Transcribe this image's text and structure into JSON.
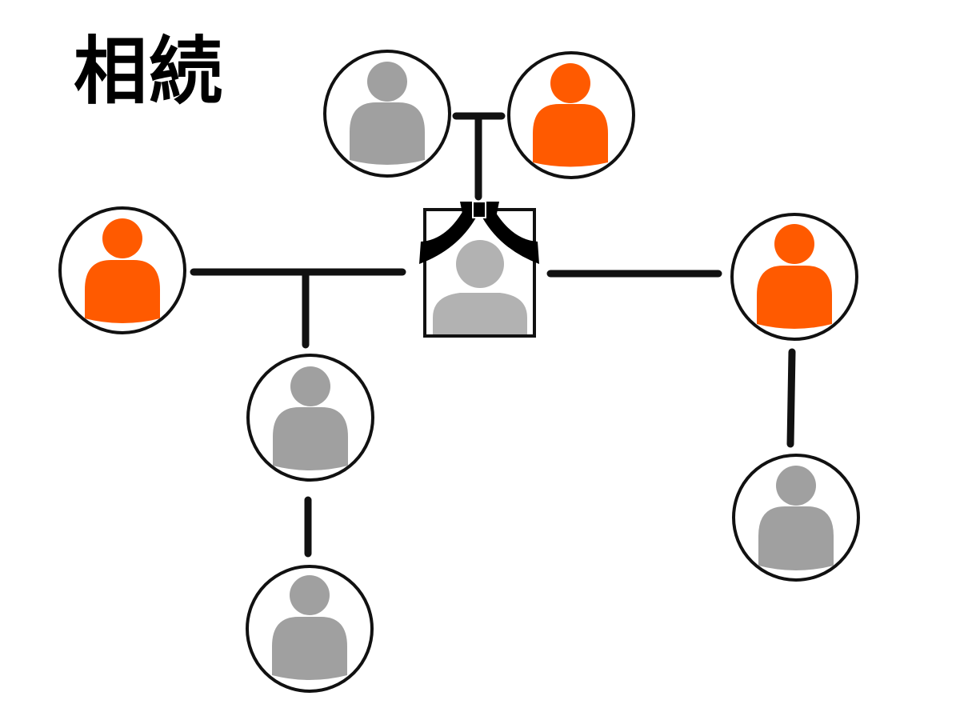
{
  "title": "相続",
  "colors": {
    "heir": "#ff5a00",
    "non_heir": "#a0a0a0",
    "deceased": "#b2b2b2",
    "line": "#111111",
    "ribbon": "#000000"
  },
  "nodes": [
    {
      "id": "grandfather",
      "role": "non-heir",
      "icon": "person-icon"
    },
    {
      "id": "grandmother",
      "role": "heir",
      "icon": "person-icon"
    },
    {
      "id": "deceased",
      "role": "deceased",
      "icon": "memorial-portrait-icon"
    },
    {
      "id": "spouse",
      "role": "heir",
      "icon": "person-icon"
    },
    {
      "id": "sibling",
      "role": "heir",
      "icon": "person-icon"
    },
    {
      "id": "child",
      "role": "non-heir",
      "icon": "person-icon"
    },
    {
      "id": "grandchild",
      "role": "non-heir",
      "icon": "person-icon"
    },
    {
      "id": "nephew",
      "role": "non-heir",
      "icon": "person-icon"
    }
  ]
}
